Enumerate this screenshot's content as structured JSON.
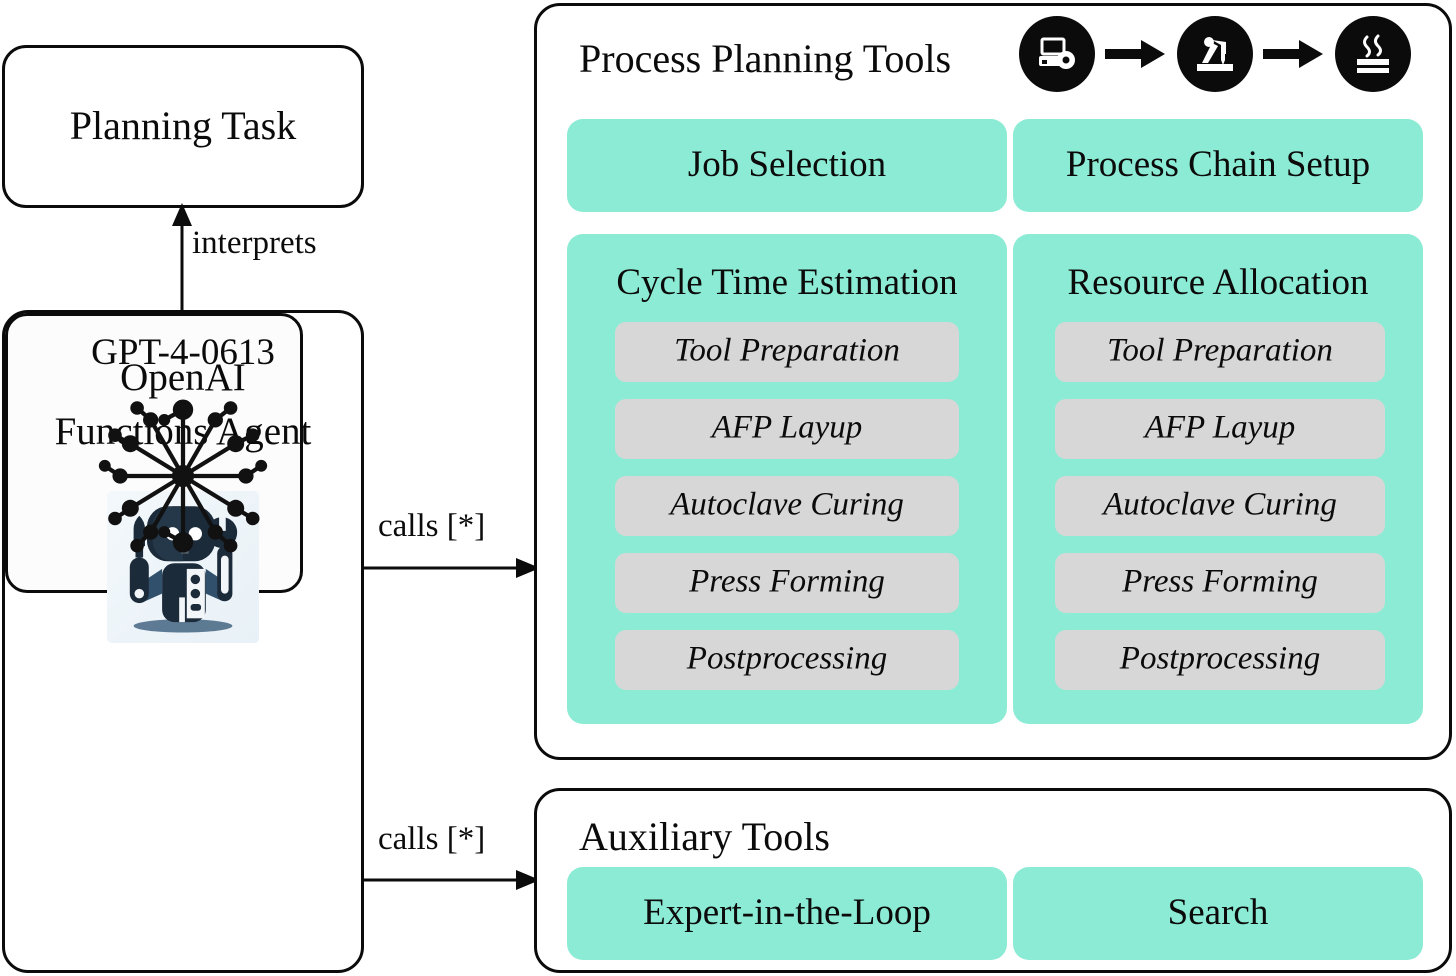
{
  "left_column": {
    "planning_task": {
      "label": "Planning Task"
    },
    "agent": {
      "title_line1": "OpenAI",
      "title_line2": "Functions Agent",
      "icon": "robot-with-tools-icon"
    },
    "model": {
      "label": "GPT-4-0613",
      "icon": "neural-network-graph-icon"
    }
  },
  "edges": {
    "interprets": "interprets",
    "calls_process": "calls [*]",
    "calls_auxiliary": "calls [*]"
  },
  "process_panel": {
    "title": "Process Planning Tools",
    "chain_icons": [
      "tool-preparation-icon",
      "afp-layup-robot-icon",
      "curing-oven-icon"
    ],
    "chain_arrows": [
      "arrow-right-icon",
      "arrow-right-icon"
    ],
    "top_cards": [
      {
        "label": "Job Selection"
      },
      {
        "label": "Process Chain Setup"
      }
    ],
    "columns": [
      {
        "label": "Cycle Time Estimation",
        "items": [
          "Tool Preparation",
          "AFP Layup",
          "Autoclave Curing",
          "Press Forming",
          "Postprocessing"
        ]
      },
      {
        "label": "Resource Allocation",
        "items": [
          "Tool Preparation",
          "AFP Layup",
          "Autoclave Curing",
          "Press Forming",
          "Postprocessing"
        ]
      }
    ]
  },
  "auxiliary_panel": {
    "title": "Auxiliary Tools",
    "cards": [
      {
        "label": "Expert-in-the-Loop"
      },
      {
        "label": "Search"
      }
    ]
  },
  "colors": {
    "teal": "#8cebd4",
    "gray_pill": "#d7d7d7",
    "outline": "#0b0b0b",
    "background": "#ffffff",
    "robot_dark": "#1c2b3a"
  }
}
